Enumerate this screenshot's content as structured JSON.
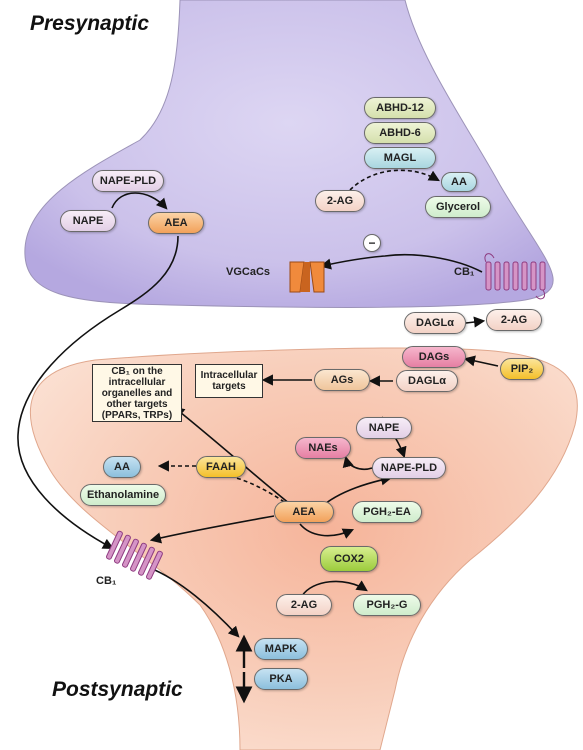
{
  "headings": {
    "presynaptic": "Presynaptic",
    "postsynaptic": "Postsynaptic"
  },
  "nodes": {
    "abhd12": "ABHD-12",
    "abhd6": "ABHD-6",
    "magl": "MAGL",
    "aa_pre": "AA",
    "glycerol": "Glycerol",
    "two_ag_pre": "2-AG",
    "nape_pld_pre": "NAPE-PLD",
    "nape_pre": "NAPE",
    "aea_pre": "AEA",
    "minus_sign": "−",
    "vgcacs": "VGCaCs",
    "cb1_pre": "CB₁",
    "dagl_top": "DAGLα",
    "two_ag_right": "2-AG",
    "dags": "DAGs",
    "pip2": "PIP₂",
    "ags": "AGs",
    "dagl_low": "DAGLα",
    "intracellular_targets": "Intracellular targets",
    "cb1_organelles": "CB₁ on the intracellular organelles and other targets (PPARs, TRPs)",
    "nape_post": "NAPE",
    "naes": "NAEs",
    "nape_pld_post": "NAPE-PLD",
    "aa_post": "AA",
    "ethanolamine": "Ethanolamine",
    "faah": "FAAH",
    "aea_post": "AEA",
    "pgh2_ea": "PGH₂-EA",
    "cox2": "COX2",
    "two_ag_post": "2-AG",
    "pgh2_g": "PGH₂-G",
    "cb1_post": "CB₁",
    "mapk": "MAPK",
    "pka": "PKA"
  },
  "colors": {
    "pre_terminal": "#cfc6ec",
    "post_terminal": "#f6c3ad",
    "arrow": "#111111",
    "receptor": "#c77ab8"
  }
}
